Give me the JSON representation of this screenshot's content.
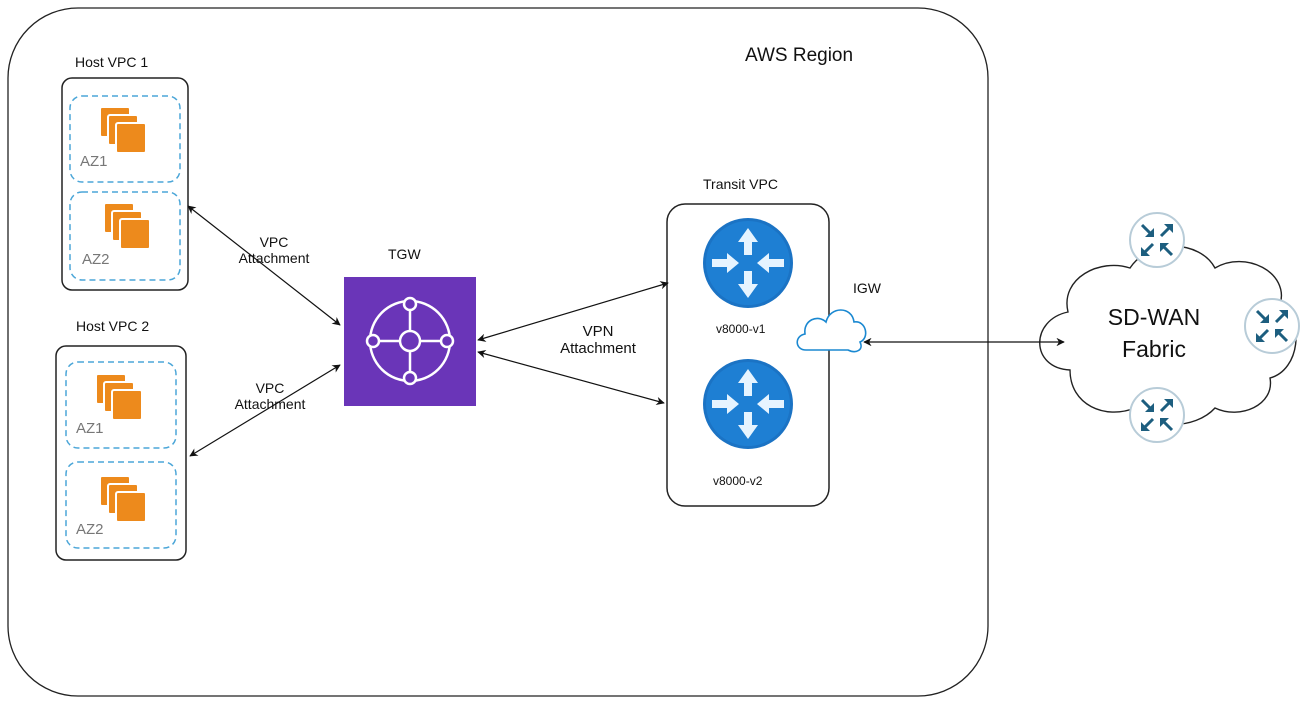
{
  "region": {
    "label": "AWS Region"
  },
  "host_vpc_1": {
    "label": "Host VPC 1",
    "az_top": "AZ1",
    "az_bottom": "AZ2"
  },
  "host_vpc_2": {
    "label": "Host VPC 2",
    "az_top": "AZ1",
    "az_bottom": "AZ2"
  },
  "vpc_attachment_1": {
    "line1": "VPC",
    "line2": "Attachment"
  },
  "vpc_attachment_2": {
    "line1": "VPC",
    "line2": "Attachment"
  },
  "tgw": {
    "label": "TGW"
  },
  "vpn_attachment": {
    "line1": "VPN",
    "line2": "Attachment"
  },
  "transit_vpc": {
    "label": "Transit VPC",
    "router_1": "v8000-v1",
    "router_2": "v8000-v2"
  },
  "igw": {
    "label": "IGW"
  },
  "sdwan": {
    "line1": "SD-WAN",
    "line2": "Fabric"
  },
  "colors": {
    "tgw": "#6A35B8",
    "ec2": "#ED8A1C",
    "router": "#1B73C4",
    "az_border": "#4BA6D8",
    "cloud": "#1A88D1"
  }
}
